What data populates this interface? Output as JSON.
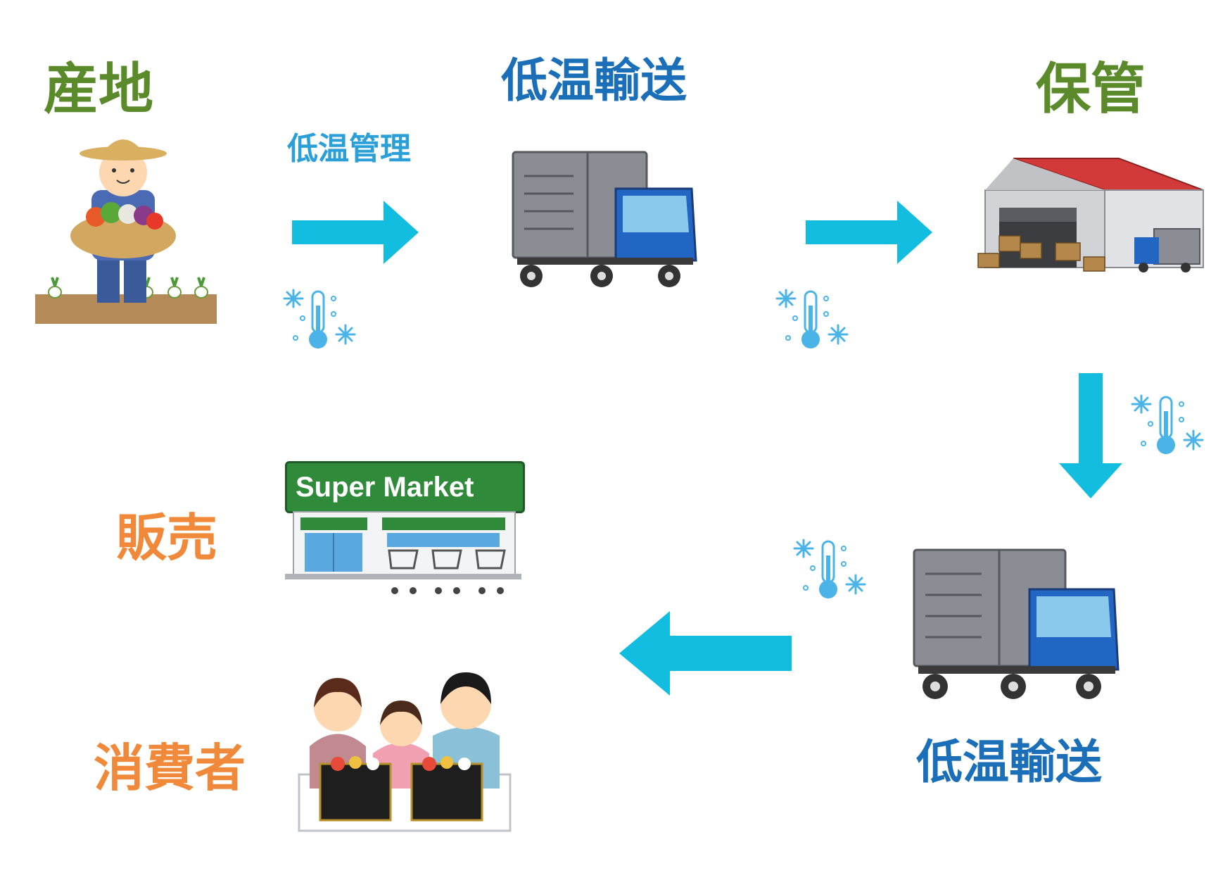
{
  "steps": {
    "origin": "産地",
    "transport1": "低温輸送",
    "storage": "保管",
    "transport2": "低温輸送",
    "sales": "販売",
    "consumer": "消費者"
  },
  "note": "低温管理",
  "store_sign": "Super Market",
  "colors": {
    "green_label": "#5a8a2a",
    "blue_label": "#1a6fb8",
    "orange_label": "#f08a3a",
    "arrow": "#13bde0",
    "truck_cab": "#2266c4",
    "cold_icon": "#4ab3e8"
  }
}
